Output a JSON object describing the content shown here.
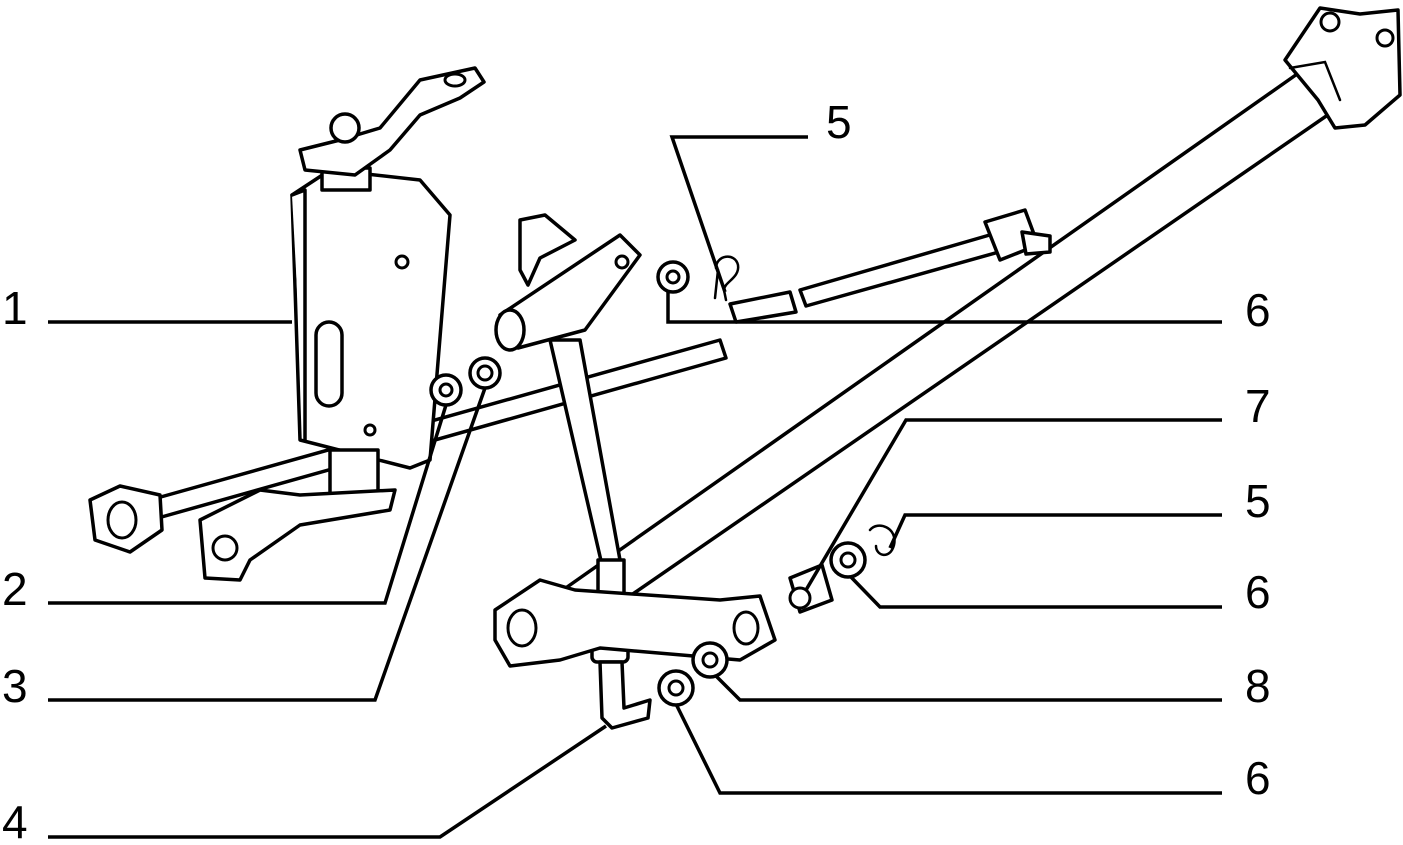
{
  "callouts": [
    {
      "id": "c1",
      "label": "1"
    },
    {
      "id": "c2",
      "label": "2"
    },
    {
      "id": "c3",
      "label": "3"
    },
    {
      "id": "c4",
      "label": "4"
    },
    {
      "id": "c5a",
      "label": "5"
    },
    {
      "id": "c6a",
      "label": "6"
    },
    {
      "id": "c7",
      "label": "7"
    },
    {
      "id": "c5b",
      "label": "5"
    },
    {
      "id": "c6b",
      "label": "6"
    },
    {
      "id": "c8",
      "label": "8"
    },
    {
      "id": "c6c",
      "label": "6"
    }
  ],
  "colors": {
    "ink": "#000000",
    "paper": "#ffffff"
  }
}
